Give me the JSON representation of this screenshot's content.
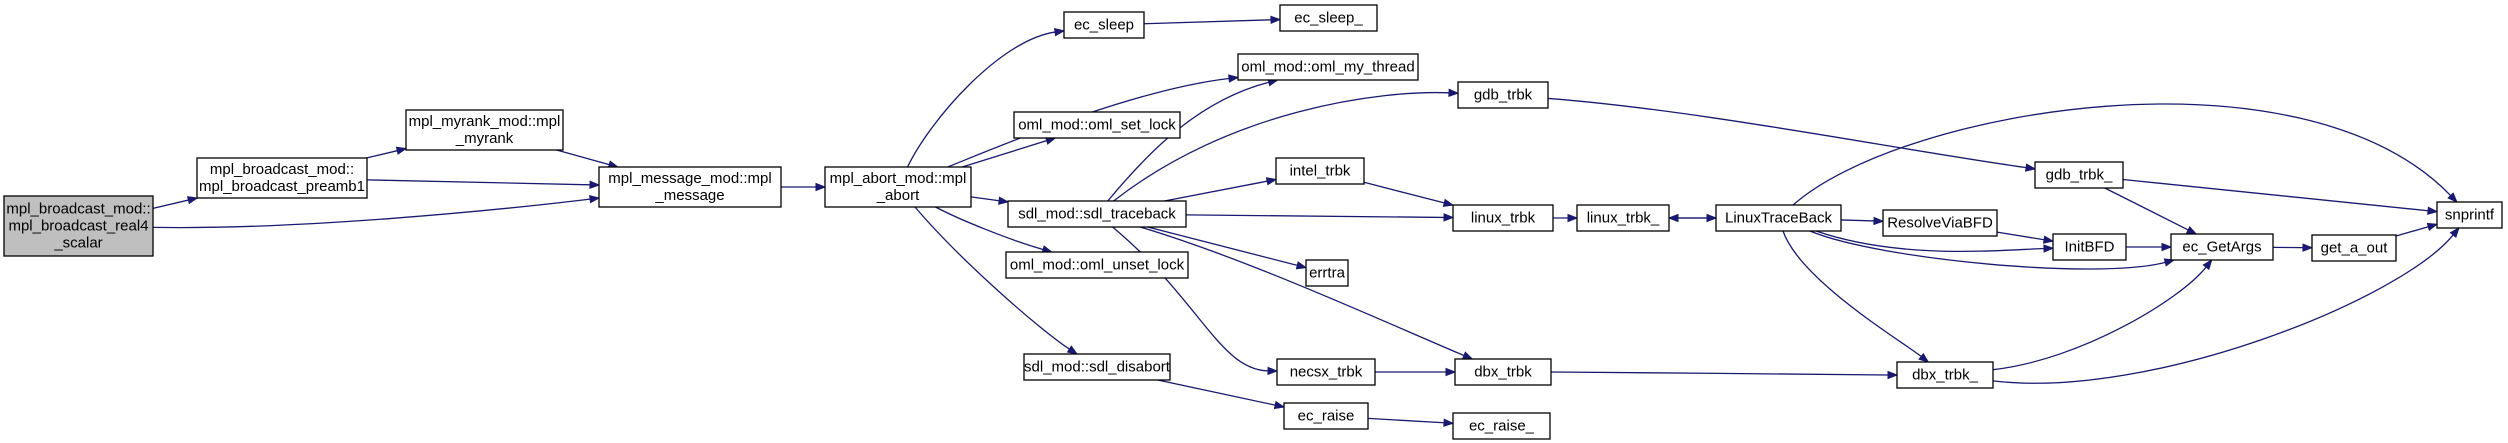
{
  "nodes": [
    {
      "id": "root",
      "lines": [
        "mpl_broadcast_mod::",
        "mpl_broadcast_real4",
        "_scalar"
      ],
      "root": true
    },
    {
      "id": "preamble",
      "lines": [
        "mpl_broadcast_mod::",
        "mpl_broadcast_preamb1"
      ]
    },
    {
      "id": "myrank",
      "lines": [
        "mpl_myrank_mod::mpl",
        "_myrank"
      ]
    },
    {
      "id": "message",
      "lines": [
        "mpl_message_mod::mpl",
        "_message"
      ]
    },
    {
      "id": "abort",
      "lines": [
        "mpl_abort_mod::mpl",
        "_abort"
      ]
    },
    {
      "id": "ec_sleep",
      "lines": [
        "ec_sleep"
      ]
    },
    {
      "id": "ec_sleep_",
      "lines": [
        "ec_sleep_"
      ]
    },
    {
      "id": "oml_my_thread",
      "lines": [
        "oml_mod::oml_my_thread"
      ]
    },
    {
      "id": "oml_set_lock",
      "lines": [
        "oml_mod::oml_set_lock"
      ]
    },
    {
      "id": "sdl_traceback",
      "lines": [
        "sdl_mod::sdl_traceback"
      ]
    },
    {
      "id": "oml_unset_lock",
      "lines": [
        "oml_mod::oml_unset_lock"
      ]
    },
    {
      "id": "sdl_disabort",
      "lines": [
        "sdl_mod::sdl_disabort"
      ]
    },
    {
      "id": "gdb_trbk",
      "lines": [
        "gdb_trbk"
      ]
    },
    {
      "id": "intel_trbk",
      "lines": [
        "intel_trbk"
      ]
    },
    {
      "id": "linux_trbk",
      "lines": [
        "linux_trbk"
      ]
    },
    {
      "id": "errtra",
      "lines": [
        "errtra"
      ]
    },
    {
      "id": "necsx_trbk",
      "lines": [
        "necsx_trbk"
      ]
    },
    {
      "id": "dbx_trbk",
      "lines": [
        "dbx_trbk"
      ]
    },
    {
      "id": "ec_raise",
      "lines": [
        "ec_raise"
      ]
    },
    {
      "id": "ec_raise_",
      "lines": [
        "ec_raise_"
      ]
    },
    {
      "id": "linux_trbk_",
      "lines": [
        "linux_trbk_"
      ]
    },
    {
      "id": "LinuxTraceBack",
      "lines": [
        "LinuxTraceBack"
      ]
    },
    {
      "id": "ResolveViaBFD",
      "lines": [
        "ResolveViaBFD"
      ]
    },
    {
      "id": "InitBFD",
      "lines": [
        "InitBFD"
      ]
    },
    {
      "id": "gdb_trbk_",
      "lines": [
        "gdb_trbk_"
      ]
    },
    {
      "id": "dbx_trbk_",
      "lines": [
        "dbx_trbk_"
      ]
    },
    {
      "id": "ec_GetArgs",
      "lines": [
        "ec_GetArgs"
      ]
    },
    {
      "id": "get_a_out",
      "lines": [
        "get_a_out"
      ]
    },
    {
      "id": "snprintf",
      "lines": [
        "snprintf"
      ]
    }
  ],
  "edges": [
    [
      "root",
      "preamble"
    ],
    [
      "root",
      "message"
    ],
    [
      "preamble",
      "myrank"
    ],
    [
      "preamble",
      "message"
    ],
    [
      "myrank",
      "message"
    ],
    [
      "message",
      "abort"
    ],
    [
      "abort",
      "ec_sleep"
    ],
    [
      "abort",
      "oml_my_thread"
    ],
    [
      "abort",
      "oml_set_lock"
    ],
    [
      "abort",
      "sdl_traceback"
    ],
    [
      "abort",
      "oml_unset_lock"
    ],
    [
      "abort",
      "sdl_disabort"
    ],
    [
      "ec_sleep",
      "ec_sleep_"
    ],
    [
      "sdl_traceback",
      "oml_my_thread"
    ],
    [
      "sdl_traceback",
      "gdb_trbk"
    ],
    [
      "sdl_traceback",
      "intel_trbk"
    ],
    [
      "sdl_traceback",
      "linux_trbk"
    ],
    [
      "sdl_traceback",
      "errtra"
    ],
    [
      "sdl_traceback",
      "necsx_trbk"
    ],
    [
      "sdl_traceback",
      "dbx_trbk"
    ],
    [
      "sdl_disabort",
      "ec_raise"
    ],
    [
      "ec_raise",
      "ec_raise_"
    ],
    [
      "intel_trbk",
      "linux_trbk"
    ],
    [
      "linux_trbk",
      "linux_trbk_"
    ],
    [
      "necsx_trbk",
      "dbx_trbk"
    ],
    [
      "linux_trbk_",
      "LinuxTraceBack"
    ],
    [
      "LinuxTraceBack",
      "linux_trbk_"
    ],
    [
      "LinuxTraceBack",
      "ResolveViaBFD"
    ],
    [
      "LinuxTraceBack",
      "InitBFD"
    ],
    [
      "LinuxTraceBack",
      "ec_GetArgs"
    ],
    [
      "LinuxTraceBack",
      "dbx_trbk_"
    ],
    [
      "LinuxTraceBack",
      "snprintf"
    ],
    [
      "ResolveViaBFD",
      "InitBFD"
    ],
    [
      "InitBFD",
      "ec_GetArgs"
    ],
    [
      "gdb_trbk",
      "gdb_trbk_"
    ],
    [
      "gdb_trbk_",
      "ec_GetArgs"
    ],
    [
      "gdb_trbk_",
      "snprintf"
    ],
    [
      "dbx_trbk",
      "dbx_trbk_"
    ],
    [
      "dbx_trbk_",
      "ec_GetArgs"
    ],
    [
      "dbx_trbk_",
      "snprintf"
    ],
    [
      "ec_GetArgs",
      "get_a_out"
    ],
    [
      "get_a_out",
      "snprintf"
    ]
  ],
  "colors": {
    "edge": "#191970",
    "node_border": "#000000",
    "root_fill": "#bfbfbf",
    "node_fill": "#ffffff"
  }
}
